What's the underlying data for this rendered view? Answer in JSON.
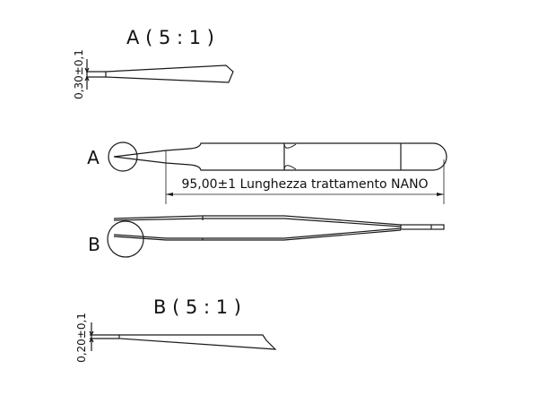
{
  "detail_a": {
    "title": "A ( 5 : 1 )",
    "dimension": "0,30±0,1"
  },
  "main_view": {
    "label_a": "A",
    "label_b": "B",
    "length_dimension": "95,00±1 Lunghezza trattamento NANO"
  },
  "detail_b": {
    "title": "B ( 5 : 1 )",
    "dimension": "0,20±0,1"
  },
  "colors": {
    "line": "#1a1a1a",
    "background": "#ffffff"
  }
}
